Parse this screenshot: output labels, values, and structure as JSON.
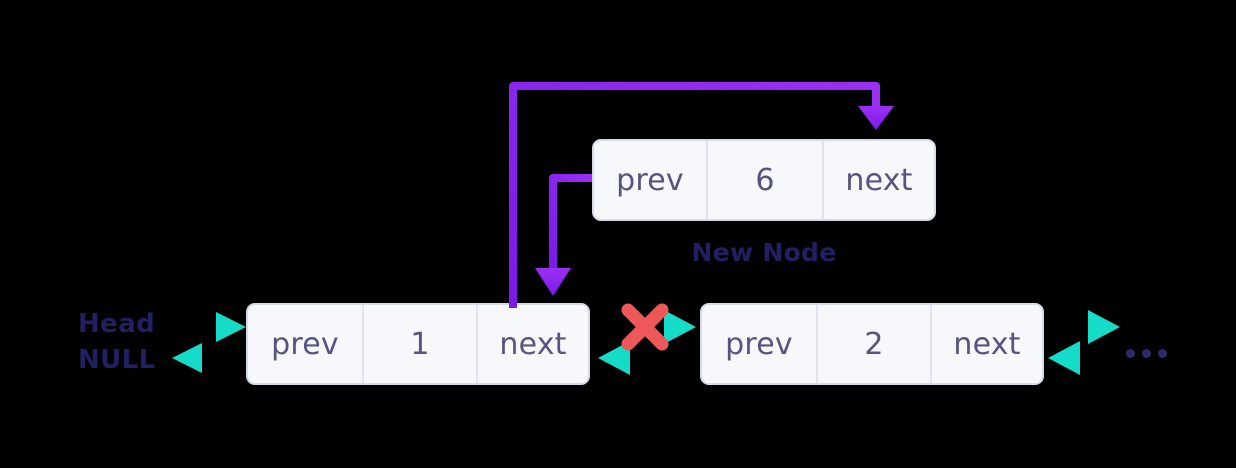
{
  "diagram": {
    "title": "Doubly linked list insertion of new node",
    "colors": {
      "link_teal": "#12d9d6",
      "pointer_purple_start": "#7a1ae8",
      "pointer_purple_end": "#9b30f5",
      "break_red": "#ef5858",
      "node_fill": "#f7f8fc",
      "node_border": "#d5dbe8",
      "cell_text": "#55557f",
      "label_navy": "#212061"
    },
    "head_label": {
      "line1": "Head",
      "line2": "NULL"
    },
    "new_node_label": "New Node",
    "ellipsis_dots": 3,
    "nodes": [
      {
        "id": "node-new",
        "name": "new-node",
        "prev_label": "prev",
        "value": "6",
        "next_label": "next"
      },
      {
        "id": "node-1",
        "name": "node-one",
        "prev_label": "prev",
        "value": "1",
        "next_label": "next"
      },
      {
        "id": "node-2",
        "name": "node-two",
        "prev_label": "prev",
        "value": "2",
        "next_label": "next"
      }
    ],
    "markers": {
      "broken_link": "x-mark"
    }
  }
}
